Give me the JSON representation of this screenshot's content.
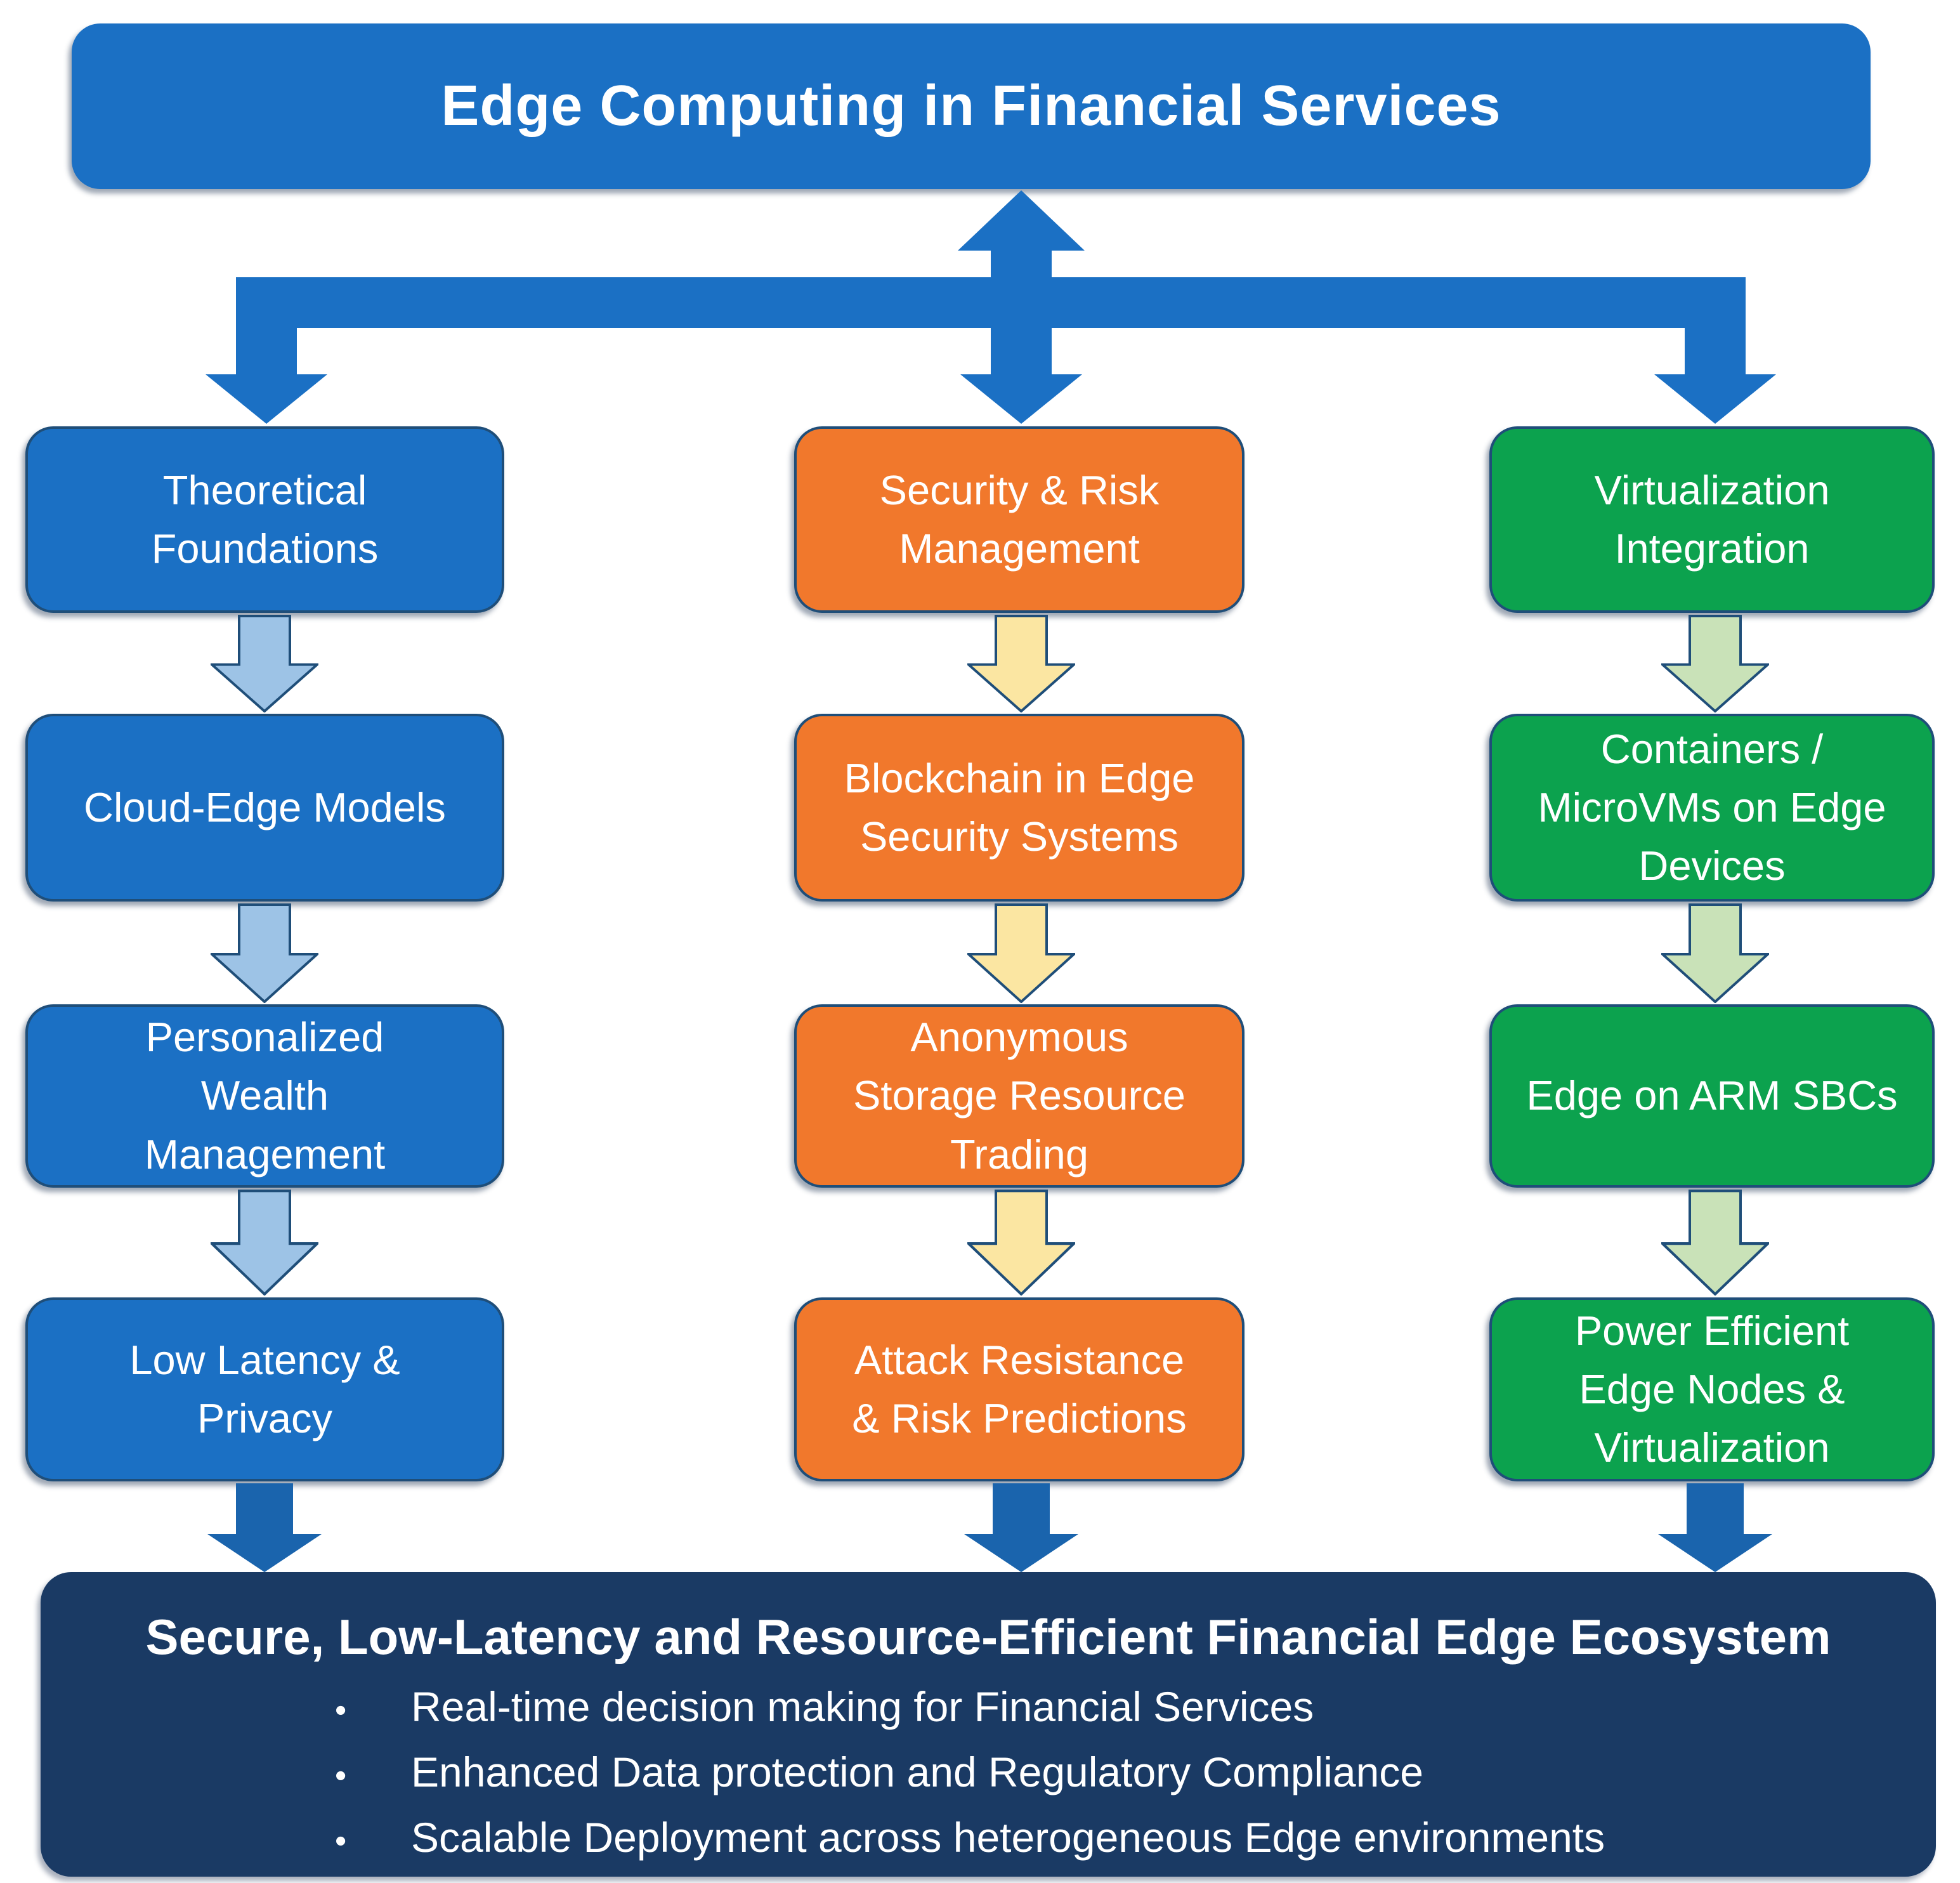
{
  "palette": {
    "blue": "#1b70c4",
    "blue_border": "#1f4e79",
    "orange": "#f1782c",
    "green": "#0ca24e",
    "light_blue": "#9dc3e6",
    "light_yellow": "#fbe6a2",
    "light_green": "#c9e2b8",
    "dark_navy": "#1a3a64",
    "final_arrow_blue": "#1a64ad",
    "connector": "#1b70c4"
  },
  "title": "Edge Computing in Financial Services",
  "columns": [
    {
      "theme": "blue",
      "boxes": [
        "Theoretical\nFoundations",
        "Cloud-Edge Models",
        "Personalized\nWealth\nManagement",
        "Low Latency &\nPrivacy"
      ]
    },
    {
      "theme": "orange",
      "boxes": [
        "Security & Risk\nManagement",
        "Blockchain in Edge\nSecurity Systems",
        "Anonymous\nStorage Resource\nTrading",
        "Attack Resistance\n& Risk Predictions"
      ]
    },
    {
      "theme": "green",
      "boxes": [
        "Virtualization\nIntegration",
        "Containers /\nMicroVMs on Edge\nDevices",
        "Edge on ARM SBCs",
        "Power Efficient\nEdge Nodes &\nVirtualization"
      ]
    }
  ],
  "outcome": {
    "heading": "Secure, Low-Latency and Resource-Efficient Financial Edge Ecosystem",
    "bullets": [
      "Real-time decision making for Financial Services",
      "Enhanced Data protection and Regulatory Compliance",
      "Scalable Deployment across heterogeneous Edge environments"
    ]
  }
}
